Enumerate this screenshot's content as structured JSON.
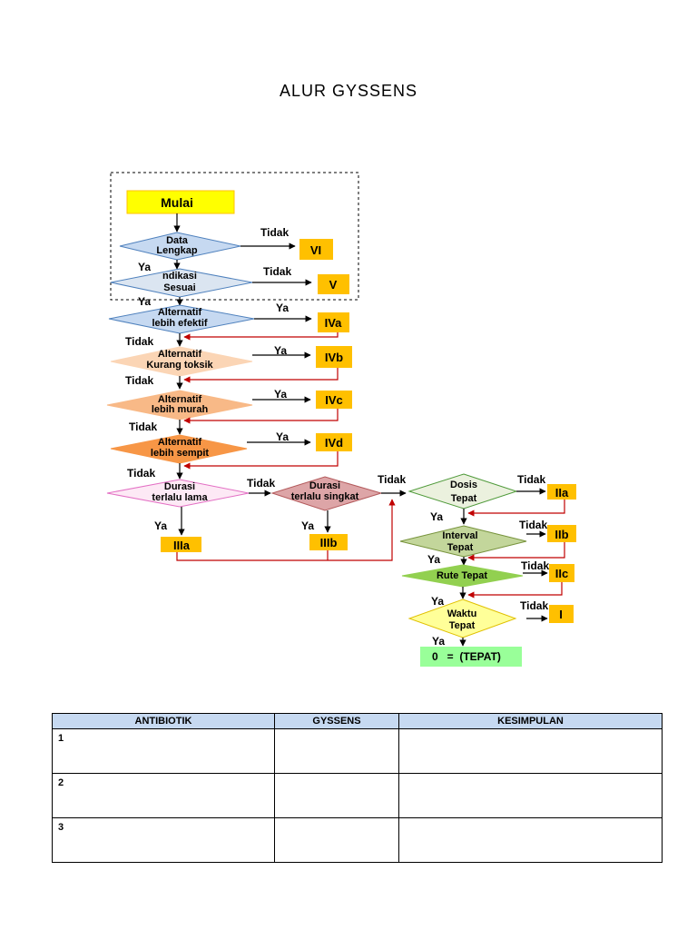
{
  "title": "ALUR  GYSSENS",
  "colors": {
    "start_fill": "#ffff00",
    "result_box": "#ffc000",
    "arrow_black": "#000000",
    "return_red": "#c00000",
    "final_box": "#99ff99"
  },
  "flow": {
    "start": "Mulai",
    "decisions": {
      "data_lengkap": [
        "Data",
        "Lengkap"
      ],
      "indikasi_sesuai": [
        "ndikasi",
        "Sesuai"
      ],
      "alt_efektif": [
        "Alternatif",
        "lebih efektif"
      ],
      "alt_toksik": [
        "Alternatif",
        "Kurang toksik"
      ],
      "alt_murah": [
        "Alternatif",
        "lebih murah"
      ],
      "alt_sempit": [
        "Alternatif",
        "lebih sempit"
      ],
      "durasi_lama": [
        "Durasi",
        "terlalu   lama"
      ],
      "durasi_singkat": [
        "Durasi",
        "terlalu  singkat"
      ],
      "dosis_tepat": [
        "Dosis",
        "Tepat"
      ],
      "interval_tepat": [
        "Interval",
        "Tepat"
      ],
      "rute_tepat": [
        "Rute Tepat"
      ],
      "waktu_tepat": [
        "Waktu",
        "Tepat"
      ]
    },
    "results": {
      "vi": "VI",
      "v": "V",
      "iva": "IVa",
      "ivb": "IVb",
      "ivc": "IVc",
      "ivd": "IVd",
      "iiia": "IIIa",
      "iiib": "IIIb",
      "iia": "IIa",
      "iib": "IIb",
      "iic": "IIc",
      "i": "I"
    },
    "final": "0   =  (TEPAT)",
    "edge_yes": "Ya",
    "edge_no": "Tidak"
  },
  "table": {
    "headers": [
      "ANTIBIOTIK",
      "GYSSENS",
      "KESIMPULAN"
    ],
    "rows": [
      [
        "1",
        "",
        ""
      ],
      [
        "2",
        "",
        ""
      ],
      [
        "3",
        "",
        ""
      ]
    ]
  }
}
